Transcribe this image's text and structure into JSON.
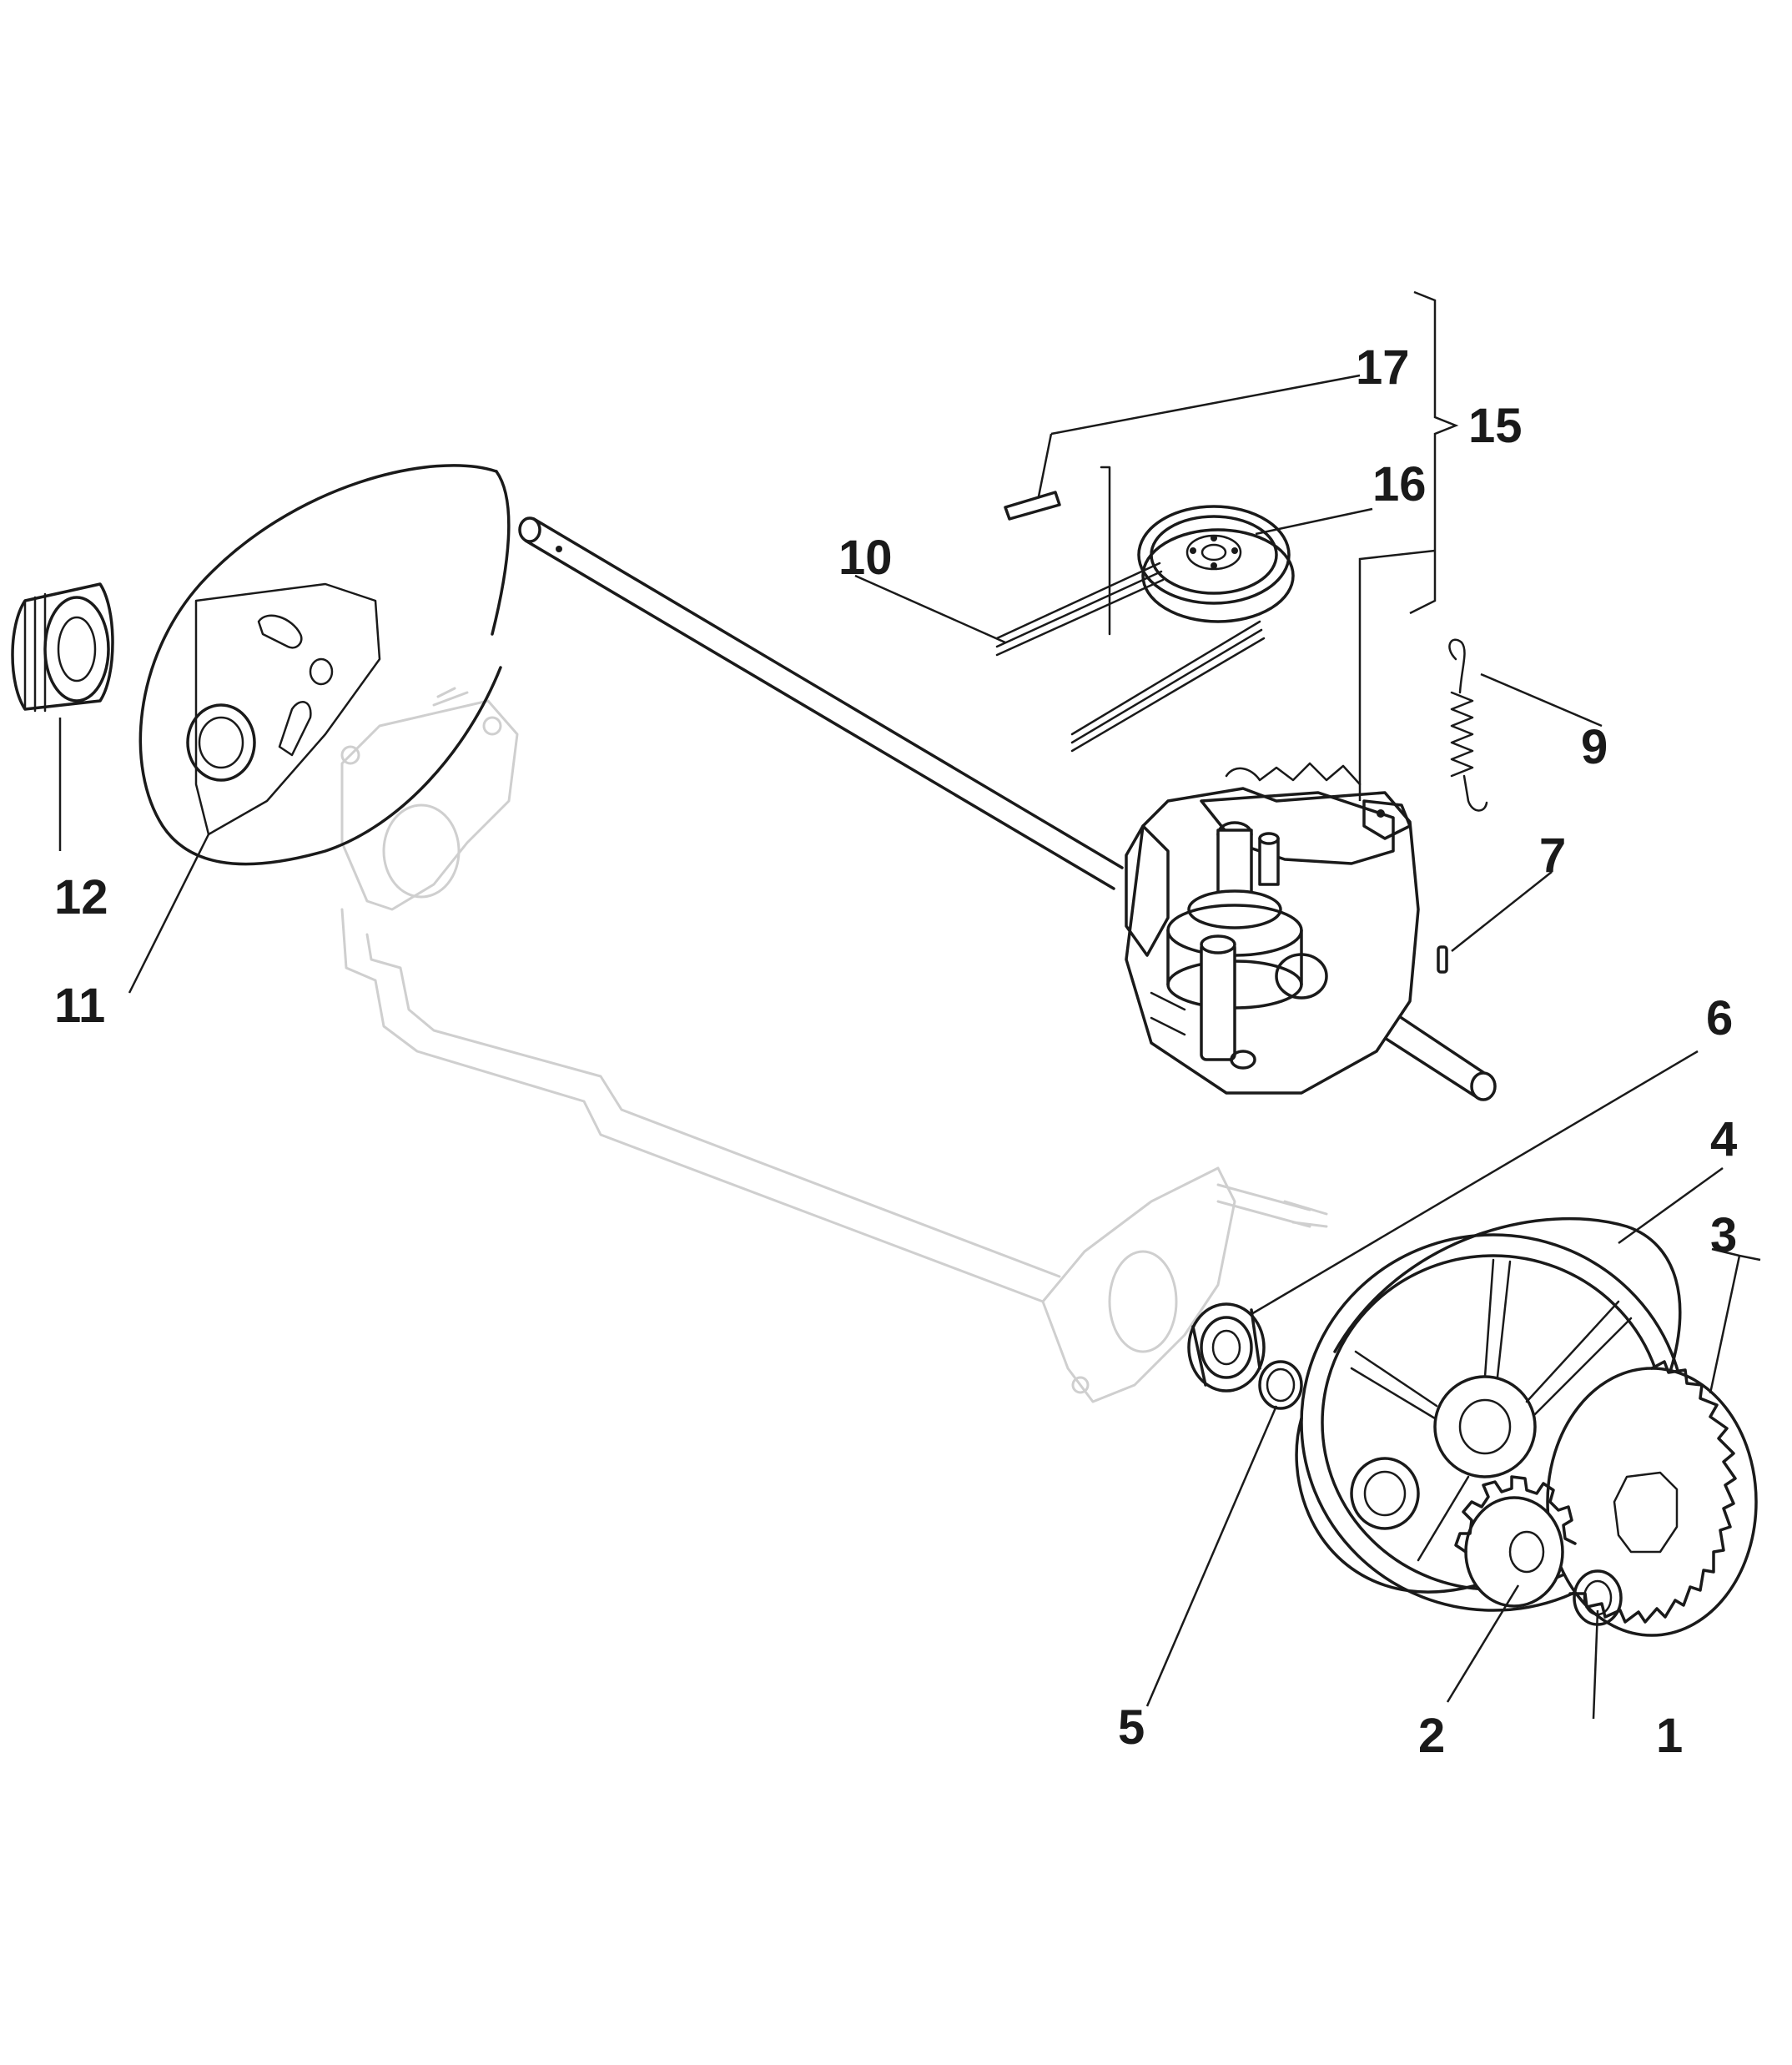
{
  "callouts": {
    "c1": "1",
    "c2": "2",
    "c3": "3",
    "c4": "4",
    "c5": "5",
    "c6": "6",
    "c7": "7",
    "c9": "9",
    "c10": "10",
    "c11": "11",
    "c12": "12",
    "c15": "15",
    "c16": "16",
    "c17": "17"
  },
  "colors": {
    "ink": "#1a1a1a",
    "ghost_frame": "#cfcfcf",
    "background": "#ffffff"
  }
}
